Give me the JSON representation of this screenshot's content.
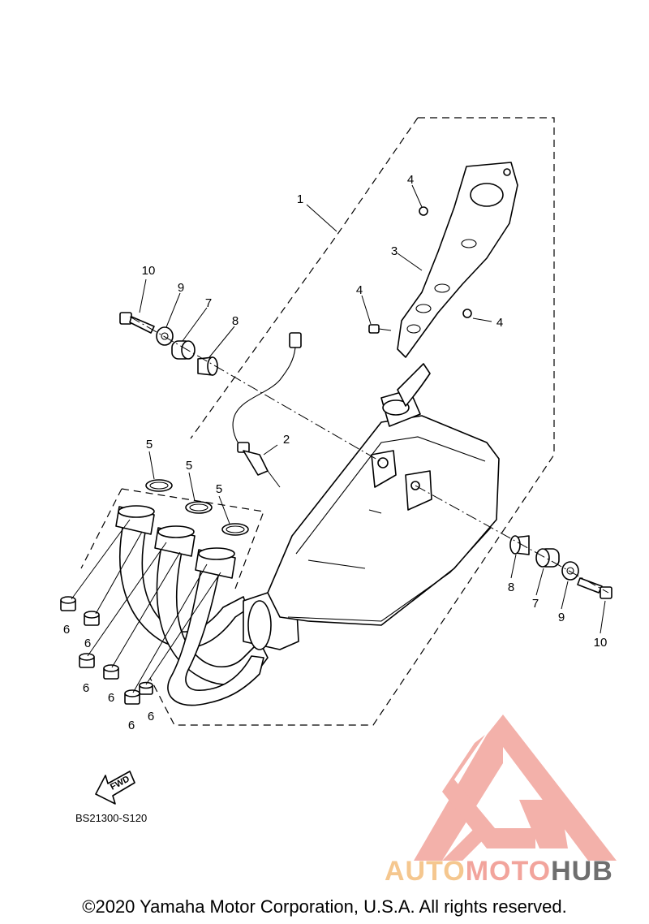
{
  "diagram": {
    "reference_code": "BS21300-S120",
    "direction_marker": "FWD",
    "callouts": {
      "c1": "1",
      "c2": "2",
      "c3": "3",
      "c4a": "4",
      "c4b": "4",
      "c4c": "4",
      "c5a": "5",
      "c5b": "5",
      "c5c": "5",
      "c6a": "6",
      "c6b": "6",
      "c6c": "6",
      "c6d": "6",
      "c6e": "6",
      "c7a": "7",
      "c7b": "7",
      "c8a": "8",
      "c8b": "8",
      "c9a": "9",
      "c9b": "9",
      "c10a": "10",
      "c10b": "10"
    }
  },
  "watermark": {
    "word_part1": "AUTO",
    "word_part2": "MOTO",
    "word_part3": "HUB",
    "colors": {
      "part1": "#f5c78f",
      "part2": "#f2a49c",
      "part3": "#6e6e6e",
      "triangle": "#f2a49c"
    }
  },
  "footer": {
    "copyright": "©2020 Yamaha Motor Corporation, U.S.A. All rights reserved."
  }
}
